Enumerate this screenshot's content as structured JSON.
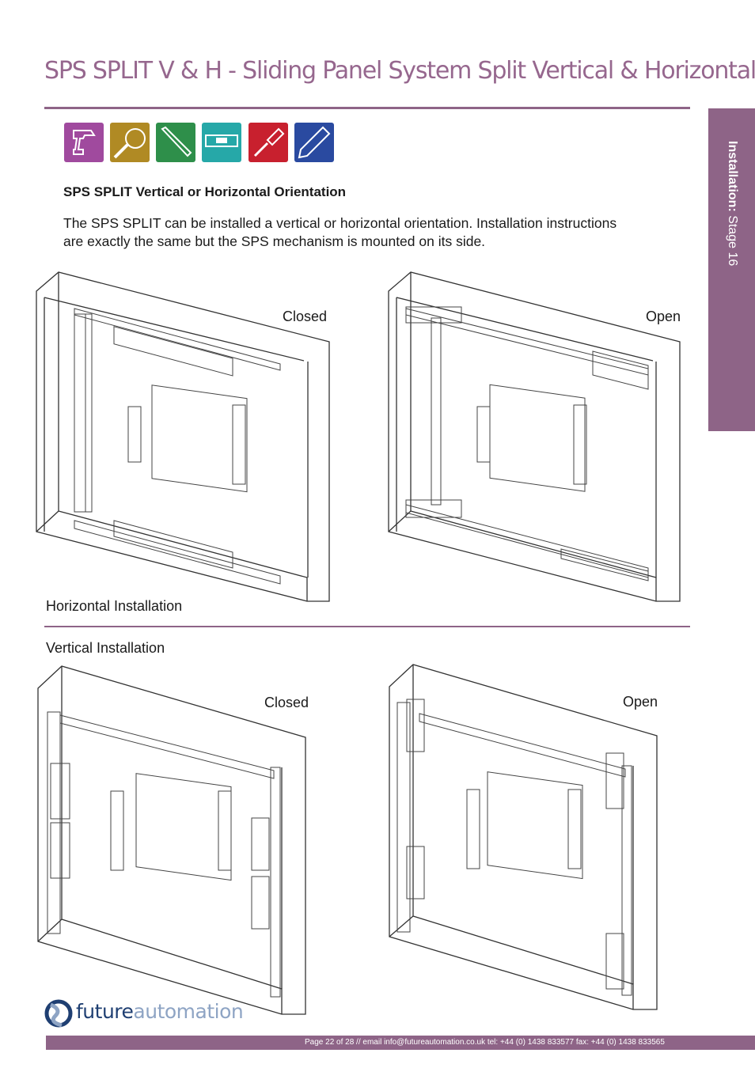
{
  "page": {
    "title": "SPS SPLIT V & H - Sliding Panel System Split Vertical & Horizontal",
    "side_tab_bold": "Installation:",
    "side_tab_rest": " Stage 16"
  },
  "tools": [
    {
      "name": "drill-icon",
      "color": "#a04a9e"
    },
    {
      "name": "tape-measure-icon",
      "color": "#b08a24"
    },
    {
      "name": "allen-key-icon",
      "color": "#2e8f4a"
    },
    {
      "name": "spirit-level-icon",
      "color": "#26a8a8"
    },
    {
      "name": "screwdriver-icon",
      "color": "#c8202e"
    },
    {
      "name": "pencil-icon",
      "color": "#2a4aa0"
    }
  ],
  "section": {
    "heading": "SPS SPLIT Vertical or Horizontal Orientation",
    "paragraph": "The SPS SPLIT can be installed a vertical or horizontal orientation. Installation instructions are exactly the same but the SPS mechanism is mounted on its side."
  },
  "labels": {
    "h_closed": "Closed",
    "h_open": "Open",
    "horizontal_installation": "Horizontal Installation",
    "vertical_installation": "Vertical Installation",
    "v_closed": "Closed",
    "v_open": "Open"
  },
  "logo": {
    "part1": "future",
    "part2": "automation"
  },
  "footer": {
    "text": "Page 22 of 28 // email info@futureautomation.co.uk  tel: +44 (0) 1438 833577  fax: +44 (0) 1438 833565"
  },
  "colors": {
    "accent": "#8e6487",
    "title": "#96678e"
  }
}
